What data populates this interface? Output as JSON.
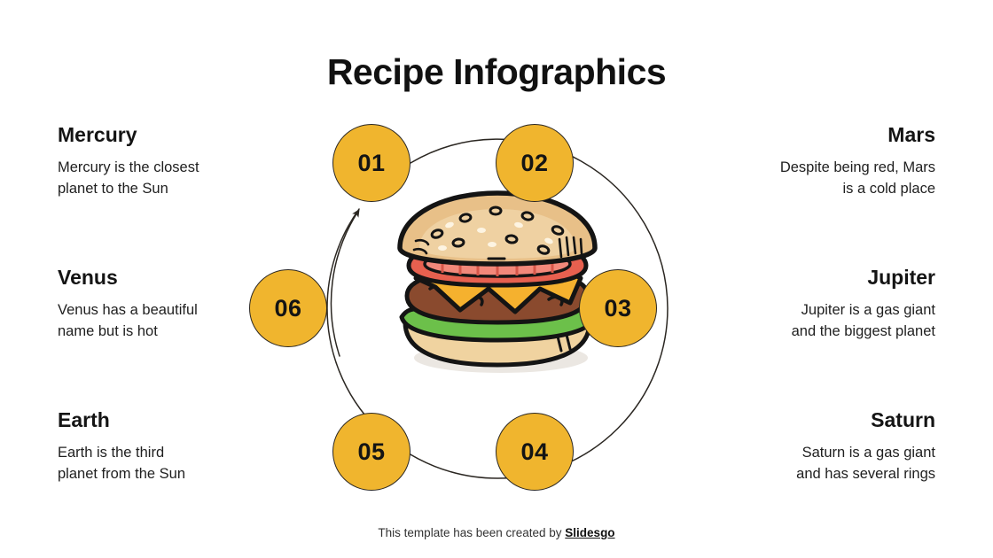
{
  "page": {
    "title": "Recipe Infographics",
    "background_color": "#ffffff",
    "accent_color": "#f0b52e",
    "text_color": "#1b1b1b"
  },
  "diagram": {
    "type": "circular-process",
    "direction": "clockwise",
    "center_illustration": "hamburger-illustration",
    "nodes": [
      {
        "number": "01",
        "position": "top-left"
      },
      {
        "number": "02",
        "position": "top-right"
      },
      {
        "number": "03",
        "position": "right"
      },
      {
        "number": "04",
        "position": "bottom-right"
      },
      {
        "number": "05",
        "position": "bottom-left"
      },
      {
        "number": "06",
        "position": "left"
      }
    ]
  },
  "items": {
    "left": [
      {
        "heading": "Mercury",
        "body": "Mercury is the closest\nplanet to the Sun"
      },
      {
        "heading": "Venus",
        "body": "Venus has a beautiful\nname but is hot"
      },
      {
        "heading": "Earth",
        "body": "Earth is the third\nplanet from the Sun"
      }
    ],
    "right": [
      {
        "heading": "Mars",
        "body": "Despite being red, Mars\nis a cold place"
      },
      {
        "heading": "Jupiter",
        "body": "Jupiter is a gas giant\nand the biggest planet"
      },
      {
        "heading": "Saturn",
        "body": "Saturn is a gas giant\nand has several rings"
      }
    ]
  },
  "footer": {
    "text": "This template has been created by ",
    "brand": "Slidesgo"
  }
}
